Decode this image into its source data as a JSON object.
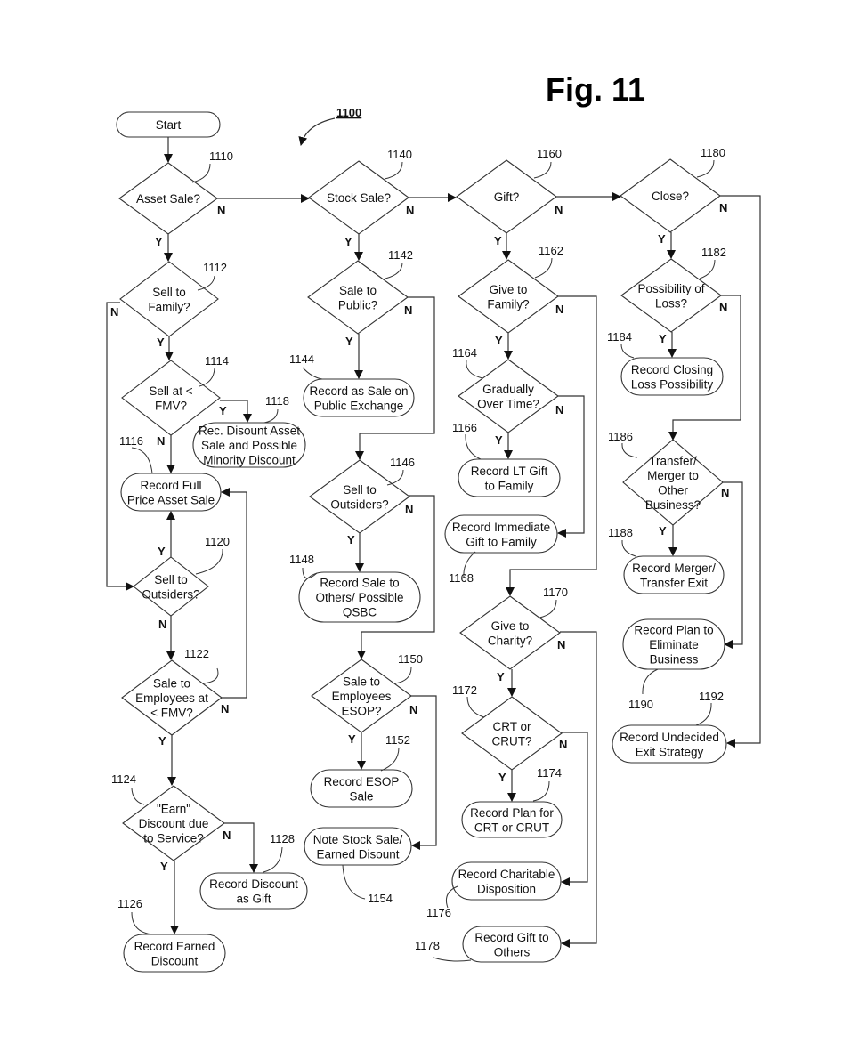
{
  "figure": {
    "title": "Fig. 11",
    "ref": "1100"
  },
  "nodes": [
    {
      "id": "start",
      "type": "terminal",
      "lines": [
        "Start"
      ],
      "ref": ""
    },
    {
      "id": "1110",
      "type": "decision",
      "lines": [
        "Asset Sale?"
      ],
      "ref": "1110"
    },
    {
      "id": "1112",
      "type": "decision",
      "lines": [
        "Sell to",
        "Family?"
      ],
      "ref": "1112"
    },
    {
      "id": "1114",
      "type": "decision",
      "lines": [
        "Sell at <",
        "FMV?"
      ],
      "ref": "1114"
    },
    {
      "id": "1116",
      "type": "terminal",
      "lines": [
        "Record Full",
        "Price Asset Sale"
      ],
      "ref": "1116"
    },
    {
      "id": "1118",
      "type": "terminal",
      "lines": [
        "Rec. Disount Asset",
        "Sale and Possible",
        "Minority Discount"
      ],
      "ref": "1118"
    },
    {
      "id": "1120",
      "type": "decision",
      "lines": [
        "Sell to",
        "Outsiders?"
      ],
      "ref": "1120"
    },
    {
      "id": "1122",
      "type": "decision",
      "lines": [
        "Sale to",
        "Employees at",
        "< FMV?"
      ],
      "ref": "1122"
    },
    {
      "id": "1124",
      "type": "decision",
      "lines": [
        "\"Earn\"",
        "Discount due",
        "to Service?"
      ],
      "ref": "1124"
    },
    {
      "id": "1126",
      "type": "terminal",
      "lines": [
        "Record Earned",
        "Discount"
      ],
      "ref": "1126"
    },
    {
      "id": "1128",
      "type": "terminal",
      "lines": [
        "Record Discount",
        "as Gift"
      ],
      "ref": "1128"
    },
    {
      "id": "1140",
      "type": "decision",
      "lines": [
        "Stock Sale?"
      ],
      "ref": "1140"
    },
    {
      "id": "1142",
      "type": "decision",
      "lines": [
        "Sale to",
        "Public?"
      ],
      "ref": "1142"
    },
    {
      "id": "1144",
      "type": "terminal",
      "lines": [
        "Record as Sale on",
        "Public Exchange"
      ],
      "ref": "1144"
    },
    {
      "id": "1146",
      "type": "decision",
      "lines": [
        "Sell to",
        "Outsiders?"
      ],
      "ref": "1146"
    },
    {
      "id": "1148",
      "type": "terminal",
      "lines": [
        "Record Sale to",
        "Others/ Possible",
        "QSBC"
      ],
      "ref": "1148"
    },
    {
      "id": "1150",
      "type": "decision",
      "lines": [
        "Sale to",
        "Employees",
        "ESOP?"
      ],
      "ref": "1150"
    },
    {
      "id": "1152",
      "type": "terminal",
      "lines": [
        "Record ESOP",
        "Sale"
      ],
      "ref": "1152"
    },
    {
      "id": "1154",
      "type": "terminal",
      "lines": [
        "Note Stock Sale/",
        "Earned Disount"
      ],
      "ref": "1154"
    },
    {
      "id": "1160",
      "type": "decision",
      "lines": [
        "Gift?"
      ],
      "ref": "1160"
    },
    {
      "id": "1162",
      "type": "decision",
      "lines": [
        "Give to",
        "Family?"
      ],
      "ref": "1162"
    },
    {
      "id": "1164",
      "type": "decision",
      "lines": [
        "Gradually",
        "Over Time?"
      ],
      "ref": "1164"
    },
    {
      "id": "1166",
      "type": "terminal",
      "lines": [
        "Record LT Gift",
        "to Family"
      ],
      "ref": "1166"
    },
    {
      "id": "1168",
      "type": "terminal",
      "lines": [
        "Record Immediate",
        "Gift to Family"
      ],
      "ref": "1168"
    },
    {
      "id": "1170",
      "type": "decision",
      "lines": [
        "Give to",
        "Charity?"
      ],
      "ref": "1170"
    },
    {
      "id": "1172",
      "type": "decision",
      "lines": [
        "CRT or",
        "CRUT?"
      ],
      "ref": "1172"
    },
    {
      "id": "1174",
      "type": "terminal",
      "lines": [
        "Record Plan for",
        "CRT or CRUT"
      ],
      "ref": "1174"
    },
    {
      "id": "1176",
      "type": "terminal",
      "lines": [
        "Record Charitable",
        "Disposition"
      ],
      "ref": "1176"
    },
    {
      "id": "1178",
      "type": "terminal",
      "lines": [
        "Record Gift to",
        "Others"
      ],
      "ref": "1178"
    },
    {
      "id": "1180",
      "type": "decision",
      "lines": [
        "Close?"
      ],
      "ref": "1180"
    },
    {
      "id": "1182",
      "type": "decision",
      "lines": [
        "Possibility of",
        "Loss?"
      ],
      "ref": "1182"
    },
    {
      "id": "1184",
      "type": "terminal",
      "lines": [
        "Record Closing",
        "Loss Possibility"
      ],
      "ref": "1184"
    },
    {
      "id": "1186",
      "type": "decision",
      "lines": [
        "Transfer/",
        "Merger to",
        "Other",
        "Business?"
      ],
      "ref": "1186"
    },
    {
      "id": "1188",
      "type": "terminal",
      "lines": [
        "Record Merger/",
        "Transfer Exit"
      ],
      "ref": "1188"
    },
    {
      "id": "1190",
      "type": "terminal",
      "lines": [
        "Record Plan to",
        "Eliminate",
        "Business"
      ],
      "ref": "1190"
    },
    {
      "id": "1192",
      "type": "terminal",
      "lines": [
        "Record Undecided",
        "Exit Strategy"
      ],
      "ref": "1192"
    }
  ],
  "edges": [
    {
      "from": "start",
      "to": "1110",
      "label": ""
    },
    {
      "from": "1110",
      "to": "1112",
      "label": "Y"
    },
    {
      "from": "1110",
      "to": "1140",
      "label": "N"
    },
    {
      "from": "1112",
      "to": "1114",
      "label": "Y"
    },
    {
      "from": "1112",
      "to": "1120",
      "label": "N"
    },
    {
      "from": "1114",
      "to": "1118",
      "label": "Y"
    },
    {
      "from": "1114",
      "to": "1116",
      "label": "N"
    },
    {
      "from": "1120",
      "to": "1116",
      "label": "Y"
    },
    {
      "from": "1120",
      "to": "1122",
      "label": "N"
    },
    {
      "from": "1122",
      "to": "1116",
      "label": "N"
    },
    {
      "from": "1122",
      "to": "1124",
      "label": "Y"
    },
    {
      "from": "1124",
      "to": "1126",
      "label": "Y"
    },
    {
      "from": "1124",
      "to": "1128",
      "label": "N"
    },
    {
      "from": "1140",
      "to": "1142",
      "label": "Y"
    },
    {
      "from": "1140",
      "to": "1160",
      "label": "N"
    },
    {
      "from": "1142",
      "to": "1144",
      "label": "Y"
    },
    {
      "from": "1142",
      "to": "1146",
      "label": "N"
    },
    {
      "from": "1146",
      "to": "1148",
      "label": "Y"
    },
    {
      "from": "1146",
      "to": "1150",
      "label": "N"
    },
    {
      "from": "1150",
      "to": "1152",
      "label": "Y"
    },
    {
      "from": "1150",
      "to": "1154",
      "label": "N"
    },
    {
      "from": "1160",
      "to": "1162",
      "label": "Y"
    },
    {
      "from": "1160",
      "to": "1180",
      "label": "N"
    },
    {
      "from": "1162",
      "to": "1164",
      "label": "Y"
    },
    {
      "from": "1162",
      "to": "1170",
      "label": "N"
    },
    {
      "from": "1164",
      "to": "1166",
      "label": "Y"
    },
    {
      "from": "1164",
      "to": "1168",
      "label": "N"
    },
    {
      "from": "1170",
      "to": "1172",
      "label": "Y"
    },
    {
      "from": "1170",
      "to": "1178",
      "label": "N"
    },
    {
      "from": "1172",
      "to": "1174",
      "label": "Y"
    },
    {
      "from": "1172",
      "to": "1176",
      "label": "N"
    },
    {
      "from": "1180",
      "to": "1182",
      "label": "Y"
    },
    {
      "from": "1180",
      "to": "1192",
      "label": "N"
    },
    {
      "from": "1182",
      "to": "1184",
      "label": "Y"
    },
    {
      "from": "1182",
      "to": "1186",
      "label": "N"
    },
    {
      "from": "1186",
      "to": "1188",
      "label": "Y"
    },
    {
      "from": "1186",
      "to": "1190",
      "label": "N"
    }
  ]
}
